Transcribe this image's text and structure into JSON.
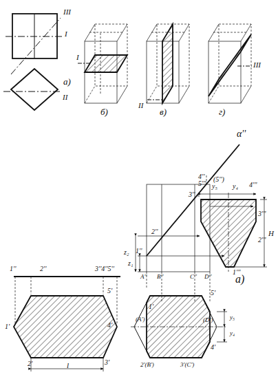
{
  "diagram": {
    "labels": [
      "III",
      "I",
      "II",
      "а)",
      "I",
      "б)",
      "II",
      "в)",
      "III",
      "г)",
      "α''",
      "4''",
      "(5'')",
      "3''",
      "2''",
      "1''",
      "z₂",
      "z₁",
      "A''",
      "B''",
      "C''",
      "D''",
      "5'''",
      "y₅",
      "y₄",
      "4'''",
      "3'''",
      "H",
      "2'''",
      "1'''",
      "1''",
      "2''",
      "3''4''5''",
      "1'",
      "5'",
      "4'",
      "2'",
      "3'",
      "l",
      "а)",
      "1'",
      "(A')",
      "5'",
      "(D')",
      "4'",
      "y₅",
      "y₄",
      "2'(B')",
      "3'(C')"
    ]
  }
}
